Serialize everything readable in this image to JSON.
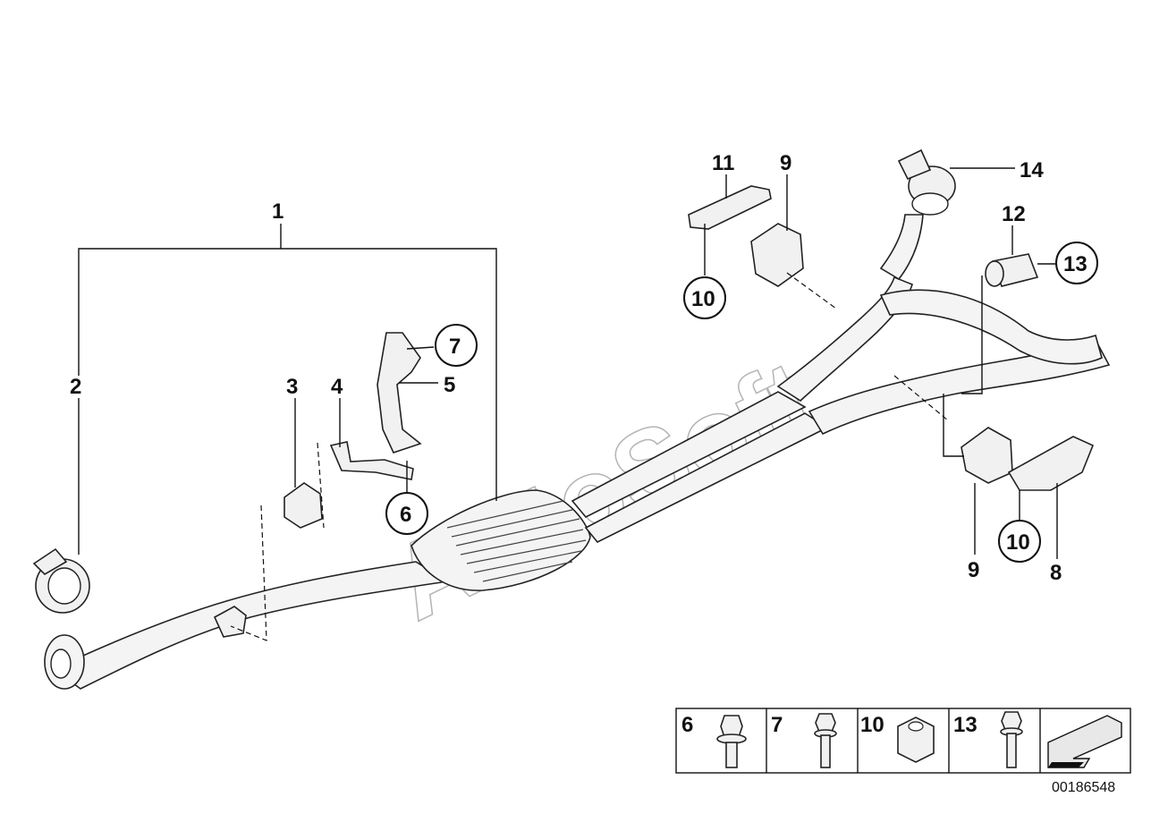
{
  "watermark": "AutoSoft",
  "diagram_code": "00186548",
  "callouts": {
    "c1": "1",
    "c2": "2",
    "c3": "3",
    "c4": "4",
    "c5": "5",
    "c6": "6",
    "c7": "7",
    "c8": "8",
    "c9a": "9",
    "c9b": "9",
    "c10a": "10",
    "c10b": "10",
    "c11": "11",
    "c12": "12",
    "c13": "13",
    "c14": "14"
  },
  "legend": {
    "items": [
      {
        "label": "6",
        "icon": "bolt-icon"
      },
      {
        "label": "7",
        "icon": "bolt-icon"
      },
      {
        "label": "10",
        "icon": "hex-nut-icon"
      },
      {
        "label": "13",
        "icon": "stud-bolt-icon"
      }
    ],
    "direction_icon": "direction-arrow-icon"
  }
}
